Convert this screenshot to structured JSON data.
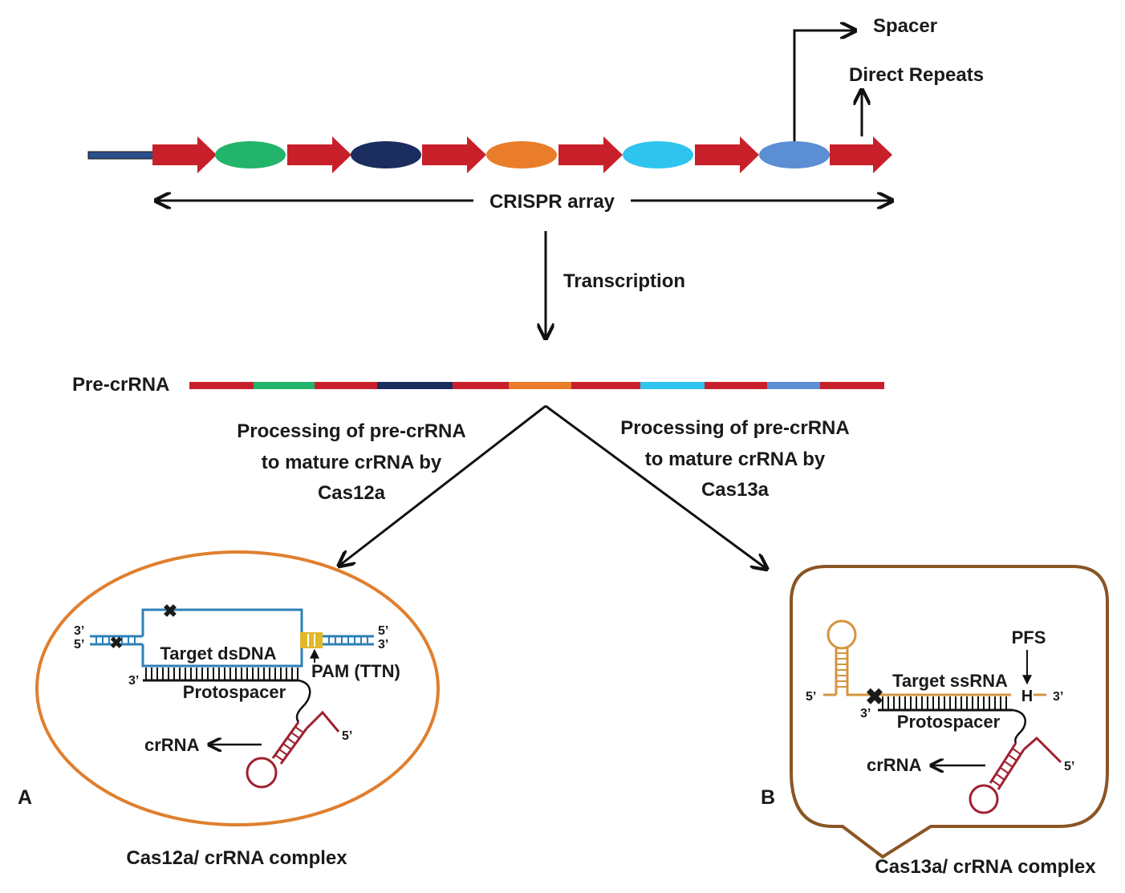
{
  "labels": {
    "spacer": "Spacer",
    "direct_repeats": "Direct Repeats",
    "crispr_array": "CRISPR array",
    "transcription": "Transcription",
    "pre_crrna": "Pre-crRNA",
    "processing_left": [
      "Processing of pre-crRNA",
      "to mature crRNA by",
      "Cas12a"
    ],
    "processing_right": [
      "Processing of pre-crRNA",
      "to mature crRNA by",
      "Cas13a"
    ],
    "panel_a": "A",
    "panel_b": "B",
    "cas12a_complex": "Cas12a/ crRNA complex",
    "cas13a_complex": "Cas13a/ crRNA complex"
  },
  "cas12a": {
    "target": "Target dsDNA",
    "pam": "PAM (TTN)",
    "protospacer": "Protospacer",
    "crrna": "crRNA",
    "end_3_left": "3’",
    "end_5_left": "5’",
    "end_5_right": "5’",
    "end_3_right": "3’",
    "crrna_3": "3’",
    "crrna_5": "5’"
  },
  "cas13a": {
    "target": "Target ssRNA",
    "pfs": "PFS",
    "pfs_mark": "H",
    "protospacer": "Protospacer",
    "crrna": "crRNA",
    "end_5": "5’",
    "end_3": "3’",
    "crrna_3": "3’",
    "crrna_5": "5’"
  },
  "colors": {
    "repeat": "#c8202a",
    "spacers": [
      "#22b46a",
      "#1b2d5e",
      "#ea7d2a",
      "#2ec4ee",
      "#5b8ed2"
    ],
    "leader": "#2a4f8c",
    "dna": "#2e80b8",
    "pam": "#e0b828",
    "rna_hairpin": "#a02030",
    "ssrna": "#d49440",
    "cas12a_ring": "#e07f2e",
    "cas13a_box": "#8a5524"
  }
}
